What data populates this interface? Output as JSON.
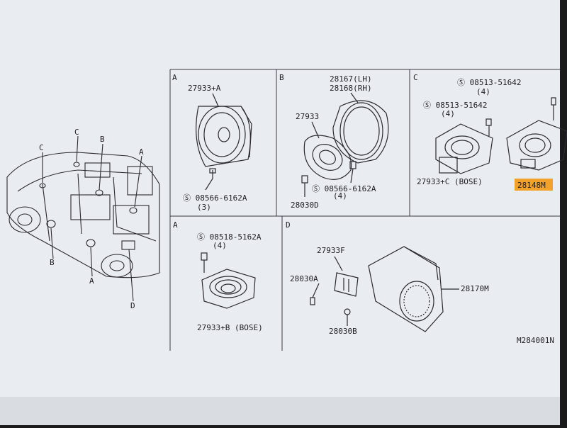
{
  "colors": {
    "paper": "#e9ecf0",
    "ink": "#1e1e24",
    "highlight": "#f2a12b",
    "bezel": "#1a1a1a"
  },
  "overview": {
    "callouts": {
      "c_top": "C",
      "c_left": "C",
      "b_top": "B",
      "a_top": "A",
      "b_bottom": "B",
      "a_bottom": "A",
      "d_bottom": "D"
    }
  },
  "sections": {
    "a_top": {
      "letter": "A",
      "part_speaker": "27933+A",
      "screw_label": "08566-6162A",
      "screw_qty": "(3)"
    },
    "b": {
      "letter": "B",
      "part_lh": "28167(LH)",
      "part_rh": "28168(RH)",
      "part_speaker": "27933",
      "screw_label": "08566-6162A",
      "screw_qty": "(4)",
      "part_bracket": "28030D"
    },
    "c": {
      "letter": "C",
      "screw1_label": "08513-51642",
      "screw1_qty": "(4)",
      "screw2_label": "08513-51642",
      "screw2_qty": "(4)",
      "part_speaker": "27933+C (BOSE)",
      "part_highlighted": "28148M"
    },
    "a_bottom": {
      "letter": "A",
      "screw_label": "08518-5162A",
      "screw_qty": "(4)",
      "part_speaker": "27933+B (BOSE)"
    },
    "d": {
      "letter": "D",
      "part_plate": "27933F",
      "part_bolt": "28030A",
      "part_sub": "28170M",
      "part_nut": "28030B"
    }
  },
  "footer": {
    "figure_code": "M284001N"
  }
}
